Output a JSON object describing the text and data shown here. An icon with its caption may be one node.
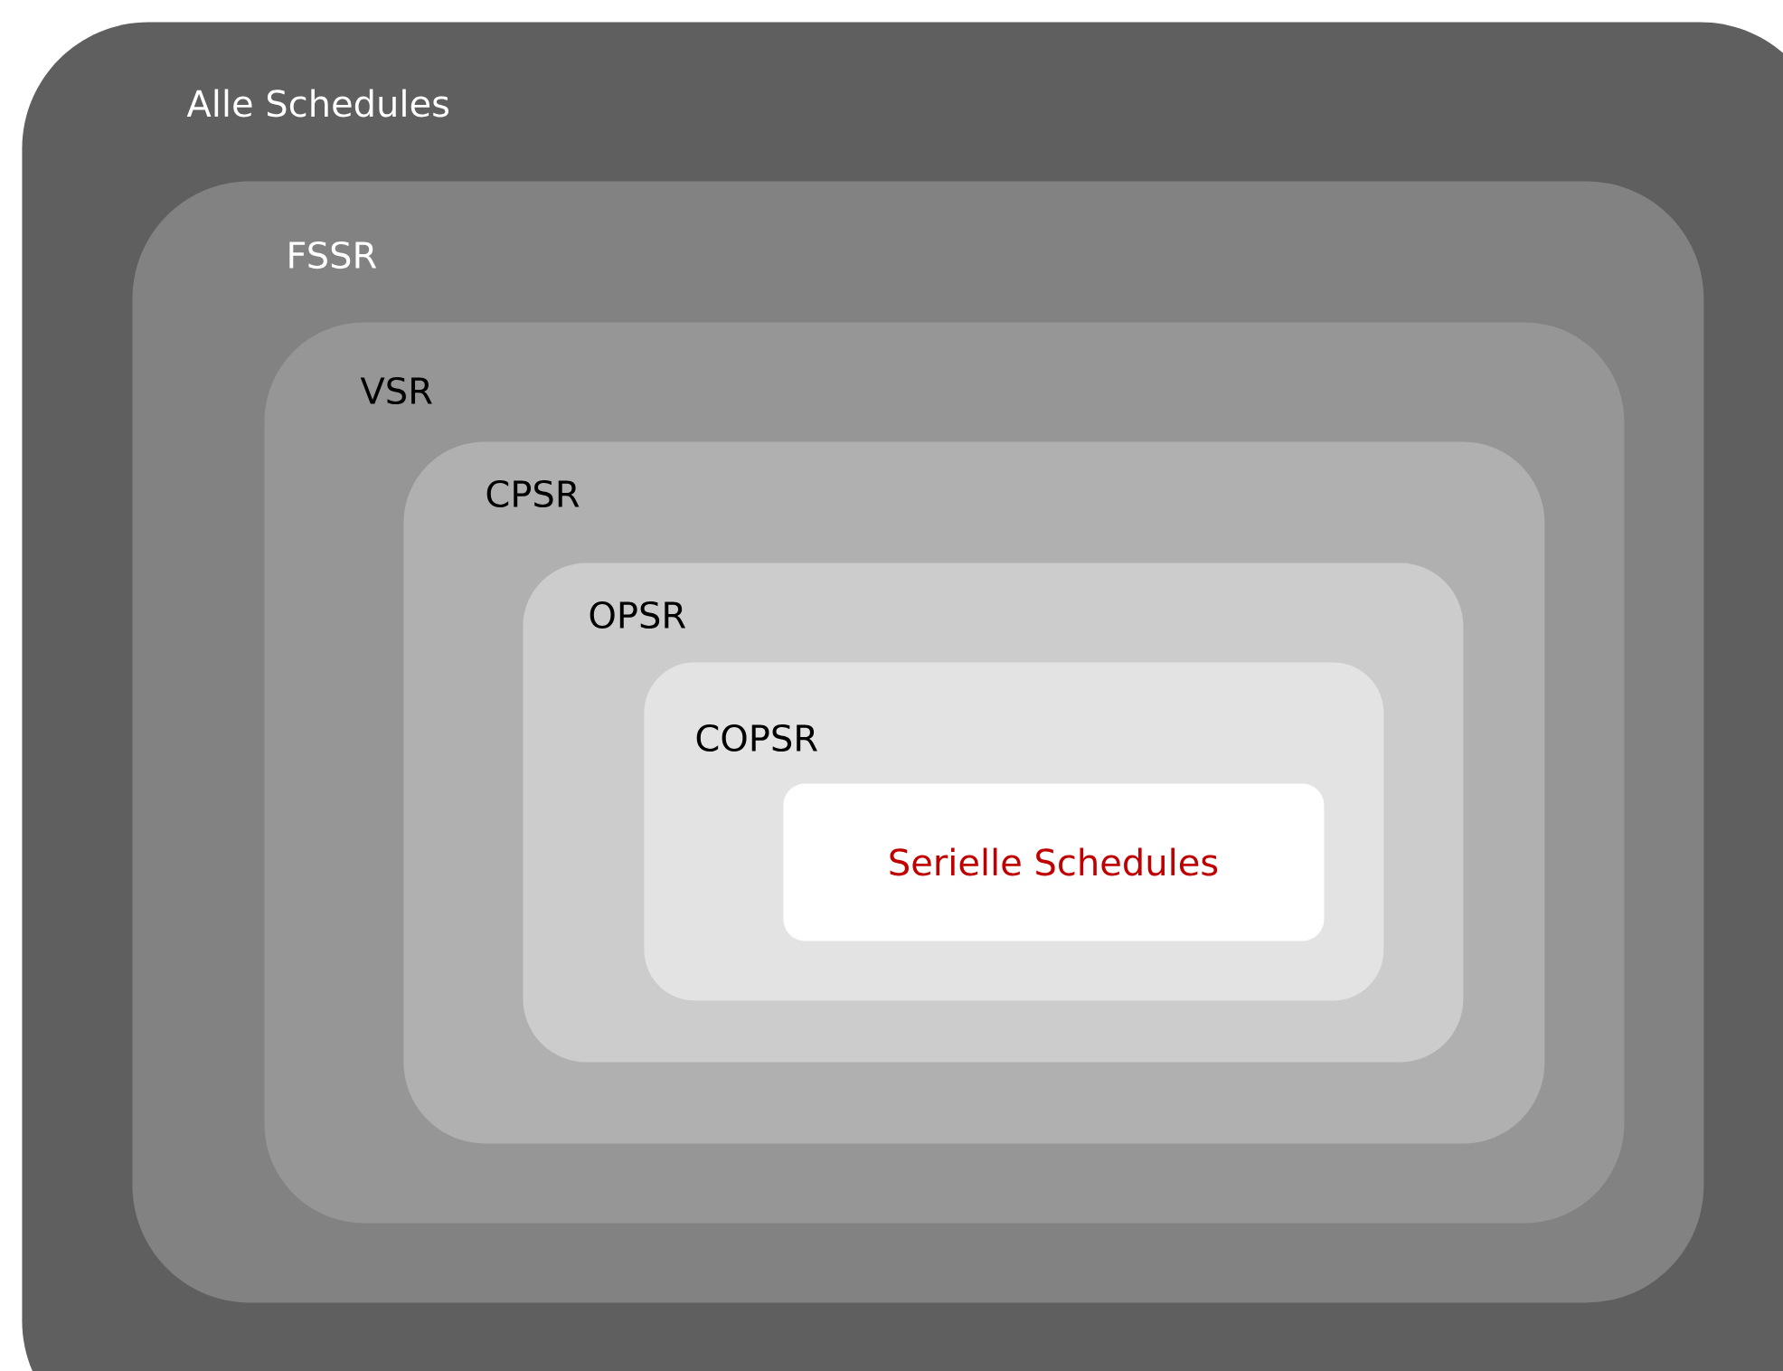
{
  "diagram": {
    "nodes": [
      {
        "text": [
          "Alle Schedules"
        ]
      },
      {
        "text": [
          "FSSR"
        ],
        "in": 0
      },
      {
        "text": [
          "VSR"
        ],
        "in": 1
      },
      {
        "text": [
          "CPSR"
        ],
        "in": 2
      },
      {
        "text": [
          "OPSR"
        ],
        "in": 3
      },
      {
        "text": [
          "COPSR"
        ],
        "in": 4
      },
      {
        "text": [
          "Serielle Schedules"
        ],
        "in": 5
      }
    ]
  }
}
